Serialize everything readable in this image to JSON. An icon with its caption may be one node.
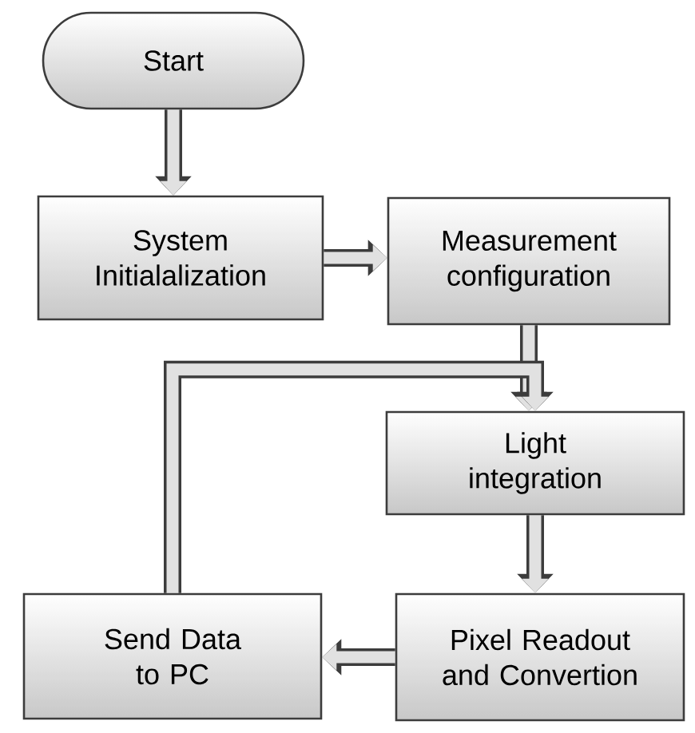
{
  "diagram": {
    "nodes": [
      {
        "text": [
          "Start"
        ]
      },
      {
        "text": [
          "System Initialalization"
        ]
      },
      {
        "text": [
          "Measurement configuration"
        ]
      },
      {
        "text": [
          "Light integration"
        ]
      },
      {
        "text": [
          "Pixel Readout and Convertion"
        ]
      },
      {
        "text": [
          "Send Data to PC"
        ]
      }
    ],
    "edges": [
      {
        "from": 0,
        "to": 1,
        "arrow": "to"
      },
      {
        "from": 1,
        "to": 2,
        "arrow": "to"
      },
      {
        "from": 2,
        "to": 3,
        "arrow": "to"
      },
      {
        "from": 3,
        "to": 4,
        "arrow": "to"
      },
      {
        "from": 4,
        "to": 5,
        "arrow": "to"
      },
      {
        "from": 5,
        "to": 3,
        "arrow": "to"
      }
    ]
  }
}
